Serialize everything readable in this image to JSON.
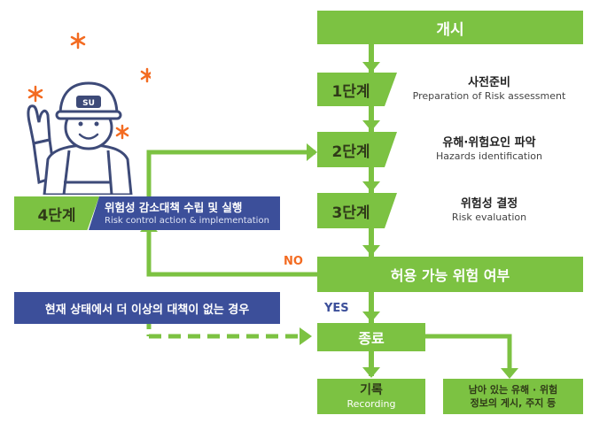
{
  "start": {
    "label": "개시"
  },
  "steps": [
    {
      "label": "1단계",
      "ko": "사전준비",
      "en": "Preparation of Risk assessment"
    },
    {
      "label": "2단계",
      "ko": "유해·위험요인 파악",
      "en": "Hazards identification"
    },
    {
      "label": "3단계",
      "ko": "위험성 결정",
      "en": "Risk evaluation"
    }
  ],
  "step4": {
    "label": "4단계",
    "ko": "위험성 감소대책 수립 및 실행",
    "en": "Risk control action & implementation"
  },
  "decision": {
    "label": "허용 가능 위험 여부"
  },
  "branch": {
    "no": "NO",
    "yes": "YES"
  },
  "no_more_measures": {
    "label": "현재 상태에서 더 이상의 대책이 없는 경우"
  },
  "end": {
    "label": "종료"
  },
  "record": {
    "ko": "기록",
    "en": "Recording"
  },
  "notice": {
    "line1": "남아 있는 유해 · 위험",
    "line2": "정보의 게시, 주지 등"
  },
  "worker": {
    "helmet_text": "SU"
  },
  "colors": {
    "green": "#7cc242",
    "navy": "#3c4f9a",
    "orange": "#f36b21",
    "outline": "#3d4a78"
  }
}
